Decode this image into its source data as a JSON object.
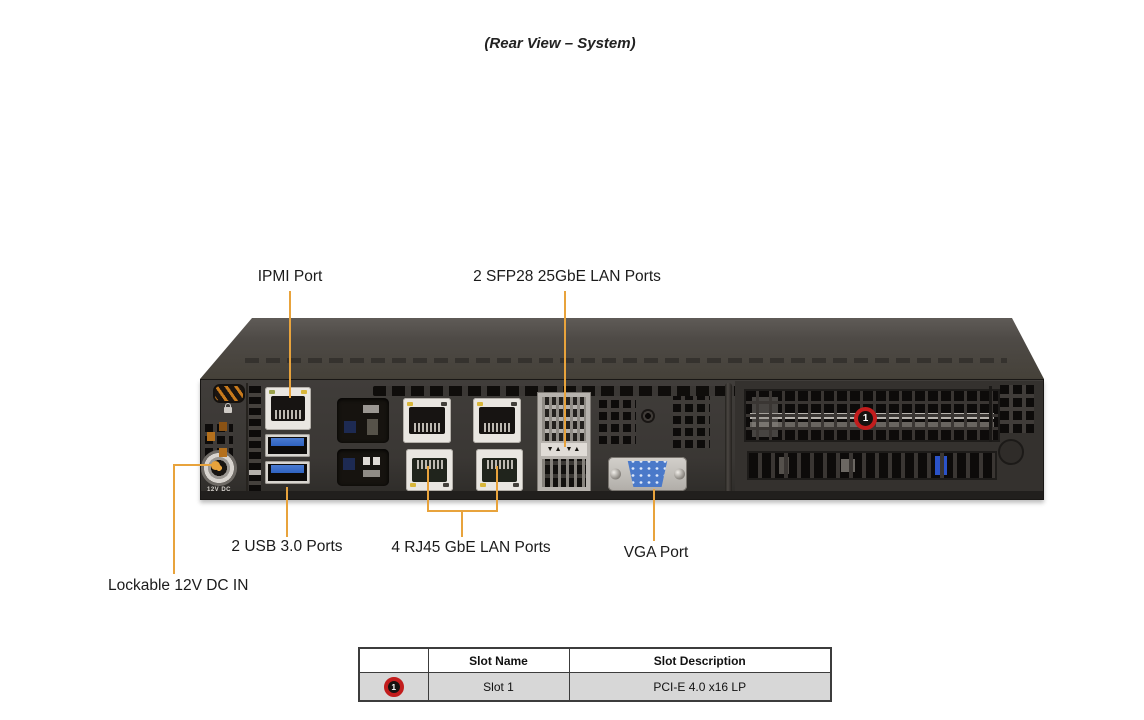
{
  "title": "(Rear View – System)",
  "callouts": {
    "ipmi": "IPMI Port",
    "sfp": "2 SFP28 25GbE LAN Ports",
    "usb": "2 USB 3.0 Ports",
    "rj45": "4 RJ45 GbE LAN Ports",
    "vga": "VGA Port",
    "dc": "Lockable 12V DC IN"
  },
  "chassis": {
    "dc_port_label": "12V DC",
    "slot_marker": "1",
    "sfp_arrows": "▼▲ ▼▲"
  },
  "slot_table": {
    "headers": {
      "marker": "",
      "name": "Slot Name",
      "description": "Slot Description"
    },
    "row": {
      "marker": "1",
      "name": "Slot 1",
      "description": "PCI-E 4.0 x16 LP"
    }
  },
  "colors": {
    "callout_line": "#E8A33C",
    "marker_ring_red": "#C21D1D",
    "usb_blue": "#2F62C0",
    "vga_blue": "#4A79C9",
    "table_row_gray": "#D7D7D7"
  }
}
